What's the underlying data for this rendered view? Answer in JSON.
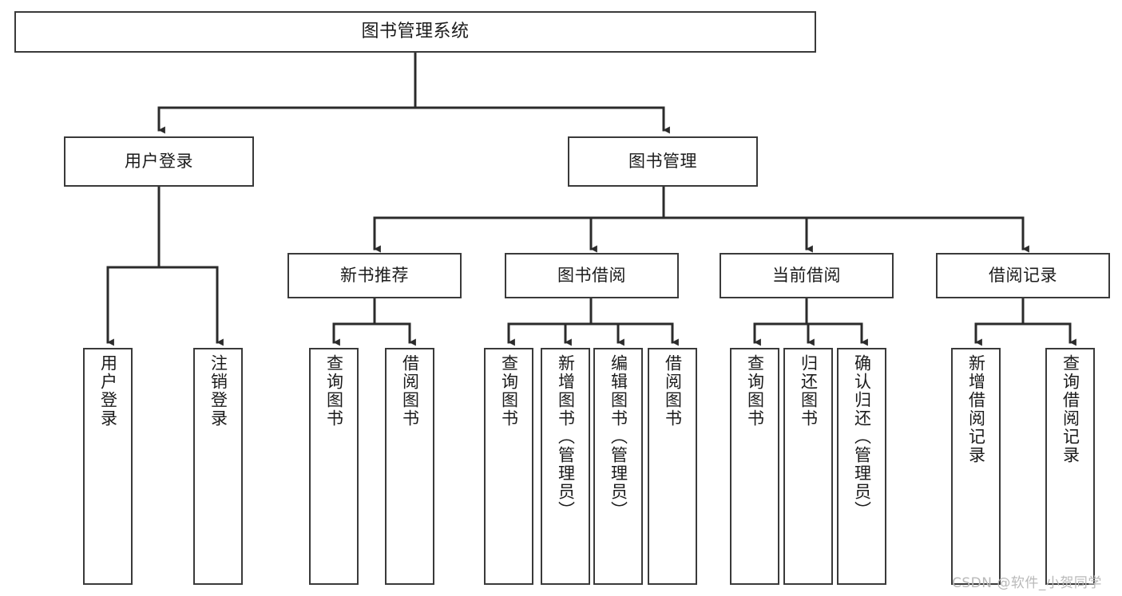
{
  "diagram": {
    "title": "图书管理系统",
    "type": "tree-hierarchy",
    "orientation": "top-down",
    "colors": {
      "box_border": "#3a3a3a",
      "box_fill": "#ffffff",
      "connector": "#2b2b2b",
      "text": "#1b1b1b",
      "watermark": "#b9b9b9"
    },
    "root": {
      "label": "图书管理系统"
    },
    "level2": [
      {
        "label": "用户登录"
      },
      {
        "label": "图书管理"
      }
    ],
    "level3": [
      {
        "label": "新书推荐"
      },
      {
        "label": "图书借阅"
      },
      {
        "label": "当前借阅"
      },
      {
        "label": "借阅记录"
      }
    ],
    "leaves": {
      "user_login": [
        {
          "label": "用户登录"
        },
        {
          "label": "注销登录"
        }
      ],
      "new_book_recommend": [
        {
          "label": "查询图书"
        },
        {
          "label": "借阅图书"
        }
      ],
      "book_borrow": [
        {
          "label": "查询图书"
        },
        {
          "label": "新增图书（管理员）"
        },
        {
          "label": "编辑图书（管理员）"
        },
        {
          "label": "借阅图书"
        }
      ],
      "current_borrow": [
        {
          "label": "查询图书"
        },
        {
          "label": "归还图书"
        },
        {
          "label": "确认归还（管理员）"
        }
      ],
      "borrow_record": [
        {
          "label": "新增借阅记录"
        },
        {
          "label": "查询借阅记录"
        }
      ]
    }
  },
  "watermark": {
    "text": "CSDN @软件_小贺同学"
  }
}
